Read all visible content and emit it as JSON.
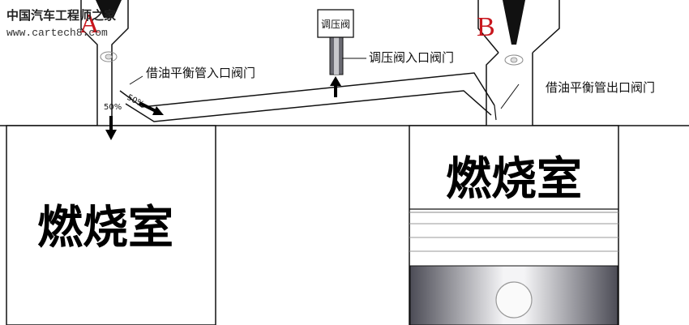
{
  "watermark": {
    "site_name": "中国汽车工程师之家",
    "url": "www.cartech8.com"
  },
  "cylinders": {
    "left_marker": "A",
    "right_marker": "B",
    "left_chamber_label": "燃烧室",
    "right_chamber_label": "燃烧室"
  },
  "valves": {
    "regulator_box": "调压阀",
    "regulator_inlet": "调压阀入口阀门",
    "borrow_inlet": "借油平衡管入口阀门",
    "borrow_outlet": "借油平衡管出口阀门"
  },
  "flow": {
    "split_top": "50%",
    "split_down": "50%"
  },
  "colors": {
    "marker_red": "#c8161d",
    "line": "#111111",
    "piston_dark": "#5a5a64",
    "piston_light": "#f2f2f4"
  }
}
